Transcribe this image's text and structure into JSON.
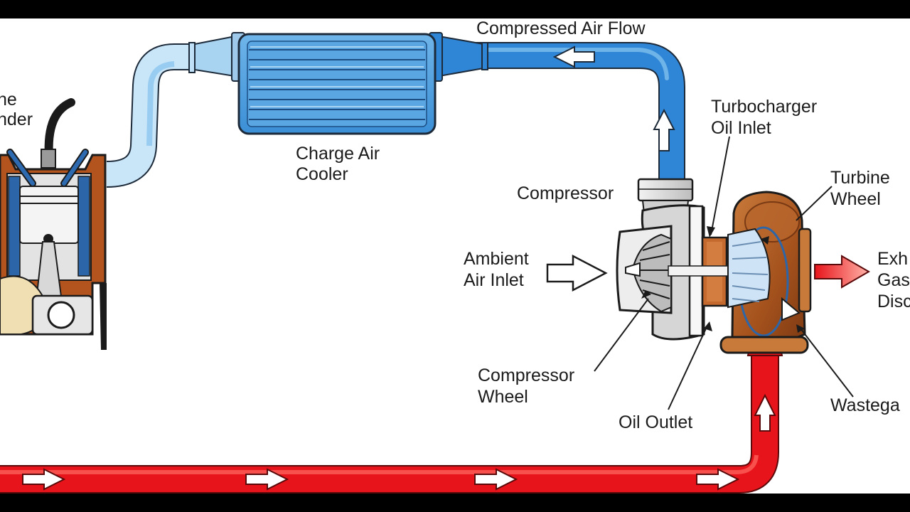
{
  "diagram": {
    "title": "",
    "colors": {
      "letterbox": "#000000",
      "background": "#ffffff",
      "compressed_air": "#2f86d6",
      "compressed_air_light": "#7fbfee",
      "intake_duct": "#a8d4f2",
      "exhaust": "#e8141b",
      "housing_copper": "#b05a23",
      "compressor_housing": "#e2e2e2",
      "bearing": "#c46a2e"
    },
    "labels": {
      "engine_cylinder_line1": "ne",
      "engine_cylinder_line2": "nder",
      "compressed_air_flow": "Compressed Air Flow",
      "charge_air_cooler_line1": "Charge Air",
      "charge_air_cooler_line2": "Cooler",
      "compressor": "Compressor",
      "turbocharger_oil_inlet_line1": "Turbocharger",
      "turbocharger_oil_inlet_line2": "Oil Inlet",
      "turbine_wheel_line1": "Turbine",
      "turbine_wheel_line2": "Wheel",
      "ambient_air_inlet_line1": "Ambient",
      "ambient_air_inlet_line2": "Air Inlet",
      "exhaust_gas_line1": "Exh",
      "exhaust_gas_line2": "Gas",
      "exhaust_gas_line3": "Disc",
      "compressor_wheel_line1": "Compressor",
      "compressor_wheel_line2": "Wheel",
      "oil_outlet": "Oil Outlet",
      "wastegate": "Wastega"
    },
    "icons": {
      "flow_arrow": "white-block-arrow-icon",
      "ambient_arrow": "outlined-arrow-icon",
      "exhaust_arrow": "red-gradient-arrow-icon"
    }
  }
}
